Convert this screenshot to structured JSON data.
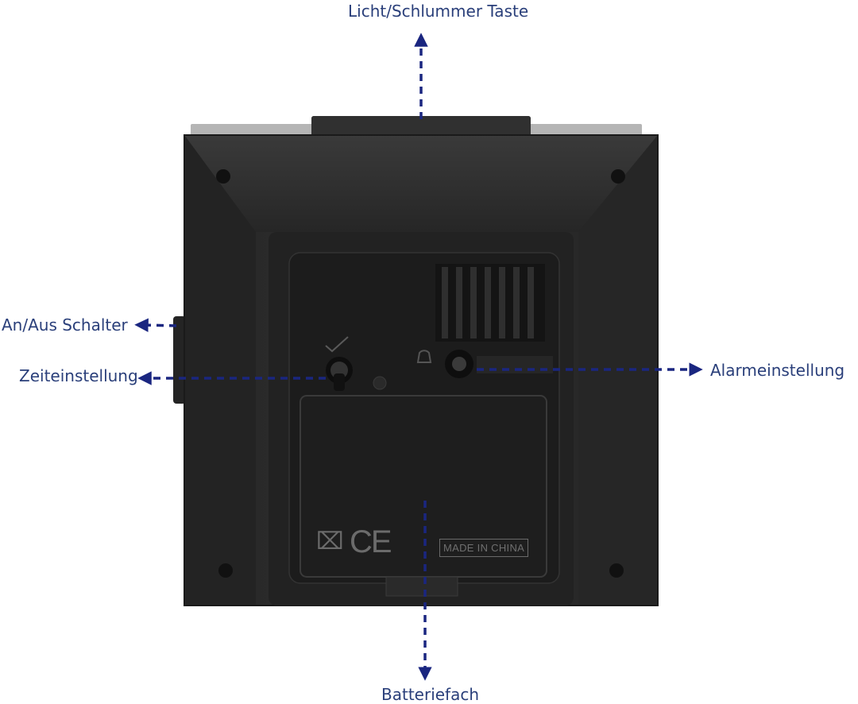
{
  "labels": {
    "light_snooze": "Licht/Schlummer Taste",
    "on_off": "An/Aus Schalter",
    "time_setting": "Zeiteinstellung",
    "alarm_setting": "Alarmeinstellung",
    "battery": "Batteriefach"
  },
  "device_marks": {
    "made_in": "MADE IN CHINA",
    "ce": "CE",
    "weee": "⌧"
  },
  "colors": {
    "arrow": "#1a2680",
    "label_text": "#2a3f7a",
    "housing": "#2b2b2b",
    "panel": "#1f1f1f"
  }
}
